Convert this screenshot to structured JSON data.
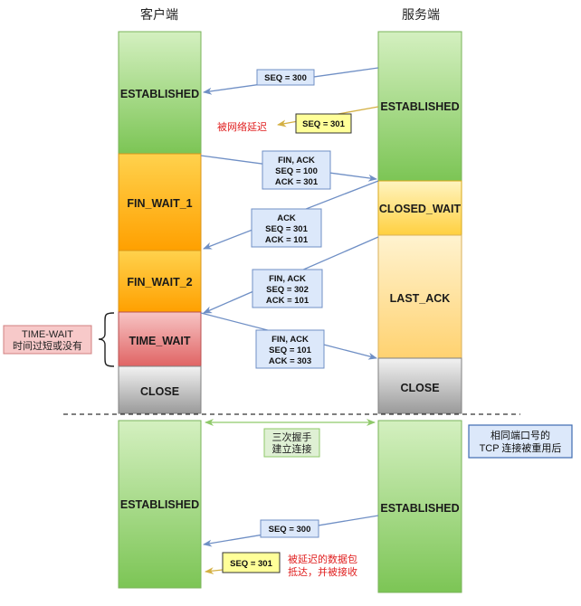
{
  "columns": {
    "client": "客户端",
    "server": "服务端"
  },
  "client_states": {
    "established_1": "ESTABLISHED",
    "fin_wait_1": "FIN_WAIT_1",
    "fin_wait_2": "FIN_WAIT_2",
    "time_wait": "TIME_WAIT",
    "close": "CLOSE",
    "established_2": "ESTABLISHED"
  },
  "server_states": {
    "established_1": "ESTABLISHED",
    "closed_wait": "CLOSED_WAIT",
    "last_ack": "LAST_ACK",
    "close": "CLOSE",
    "established_2": "ESTABLISHED"
  },
  "messages": {
    "seq300_top": {
      "line1": "SEQ = 300"
    },
    "seq301_delayed": {
      "line1": "SEQ = 301"
    },
    "fin1": {
      "line1": "FIN, ACK",
      "line2": "SEQ = 100",
      "line3": "ACK = 301"
    },
    "ack1": {
      "line1": "ACK",
      "line2": "SEQ = 301",
      "line3": "ACK = 101"
    },
    "fin2": {
      "line1": "FIN, ACK",
      "line2": "SEQ = 302",
      "line3": "ACK = 101"
    },
    "fin3": {
      "line1": "FIN, ACK",
      "line2": "SEQ = 101",
      "line3": "ACK = 303"
    },
    "seq300_bottom": {
      "line1": "SEQ = 300"
    },
    "seq301_arrived": {
      "line1": "SEQ = 301"
    }
  },
  "notes": {
    "delay": "被网络延迟",
    "time_wait_line1": "TIME-WAIT",
    "time_wait_line2": "时间过短或没有",
    "handshake_line1": "三次握手",
    "handshake_line2": "建立连接",
    "reuse_line1": "相同端口号的",
    "reuse_line2": "TCP 连接被重用后",
    "arrived_line1": "被延迟的数据包",
    "arrived_line2": "抵达，并被接收"
  },
  "colors": {
    "established": "#93d06a",
    "fin_wait": "#ffb300",
    "time_wait": "#e87272",
    "close": "#a0a0a0",
    "closed_wait": "#ffd24a",
    "last_ack": "#ffd980",
    "arrow": "#6f8fc5",
    "delayed_arrow": "#d4b043",
    "note_red": "#e02020"
  }
}
